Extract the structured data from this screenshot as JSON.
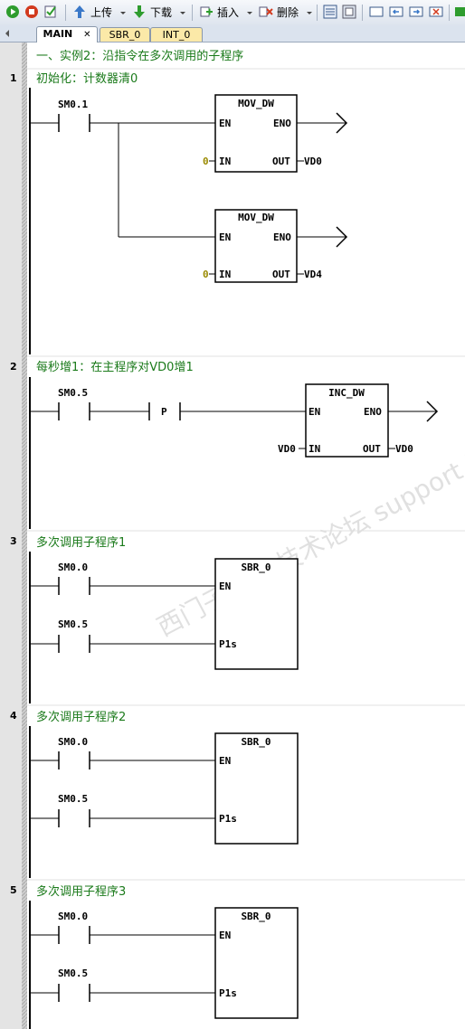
{
  "toolbar": {
    "upload_label": "上传",
    "download_label": "下载",
    "insert_label": "插入",
    "delete_label": "删除"
  },
  "tabs": [
    {
      "label": "MAIN",
      "active": true
    },
    {
      "label": "SBR_0",
      "active": false
    },
    {
      "label": "INT_0",
      "active": false
    }
  ],
  "program_comment": "一、实例2：沿指令在多次调用的子程序",
  "networks": [
    {
      "number": "1",
      "comment": "初始化：计数器清0",
      "contact": "SM0.1",
      "boxes": [
        {
          "name": "MOV_DW",
          "en": "EN",
          "eno": "ENO",
          "in_label": "IN",
          "in_value": "0",
          "out_label": "OUT",
          "out_value": "VD0"
        },
        {
          "name": "MOV_DW",
          "en": "EN",
          "eno": "ENO",
          "in_label": "IN",
          "in_value": "0",
          "out_label": "OUT",
          "out_value": "VD4"
        }
      ]
    },
    {
      "number": "2",
      "comment": "每秒增1：在主程序对VD0增1",
      "contact": "SM0.5",
      "edge": "P",
      "box": {
        "name": "INC_DW",
        "en": "EN",
        "eno": "ENO",
        "in_label": "IN",
        "in_value": "VD0",
        "out_label": "OUT",
        "out_value": "VD0"
      }
    },
    {
      "number": "3",
      "comment": "多次调用子程序1",
      "contact1": "SM0.0",
      "contact2": "SM0.5",
      "box": {
        "name": "SBR_0",
        "en": "EN",
        "p1": "P1s"
      }
    },
    {
      "number": "4",
      "comment": "多次调用子程序2",
      "contact1": "SM0.0",
      "contact2": "SM0.5",
      "box": {
        "name": "SBR_0",
        "en": "EN",
        "p1": "P1s"
      }
    },
    {
      "number": "5",
      "comment": "多次调用子程序3",
      "contact1": "SM0.0",
      "contact2": "SM0.5",
      "box": {
        "name": "SBR_0",
        "en": "EN",
        "p1": "P1s"
      }
    }
  ],
  "watermark": "西门子工业 技术论坛 support.industry.siemens.com/cs"
}
